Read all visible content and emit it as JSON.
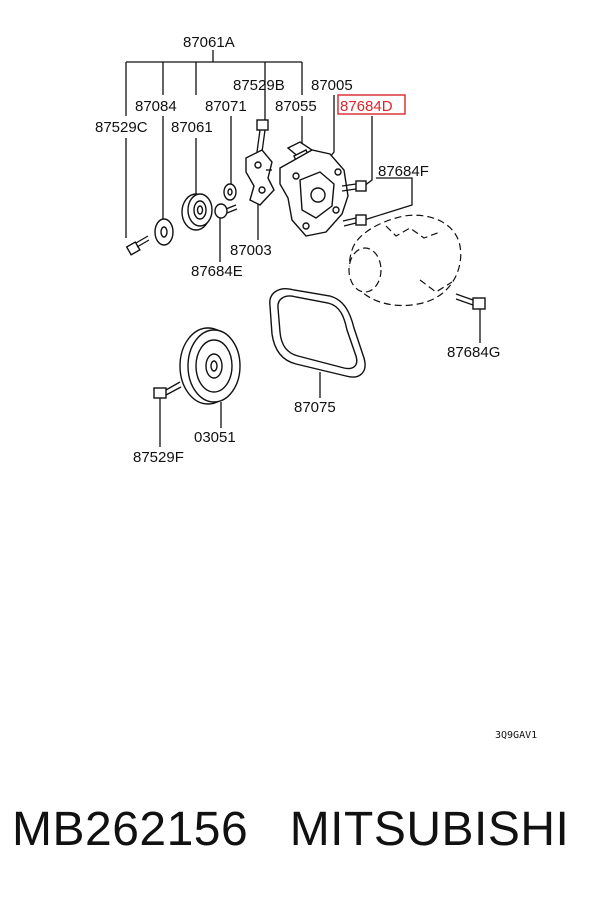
{
  "diagram": {
    "labels": {
      "p87061A": "87061A",
      "p87529B": "87529B",
      "p87005": "87005",
      "p87084": "87084",
      "p87071": "87071",
      "p87055": "87055",
      "p87684D": "87684D",
      "p87529C": "87529C",
      "p87061": "87061",
      "p87684F": "87684F",
      "p87003": "87003",
      "p87684E": "87684E",
      "p87684G": "87684G",
      "p87075": "87075",
      "p03051": "03051",
      "p87529F": "87529F"
    },
    "drawing_code": "3Q9GAV1",
    "highlight_color": "#d9262c"
  },
  "footer": {
    "part_number": "MB262156",
    "brand": "MITSUBISHI"
  }
}
